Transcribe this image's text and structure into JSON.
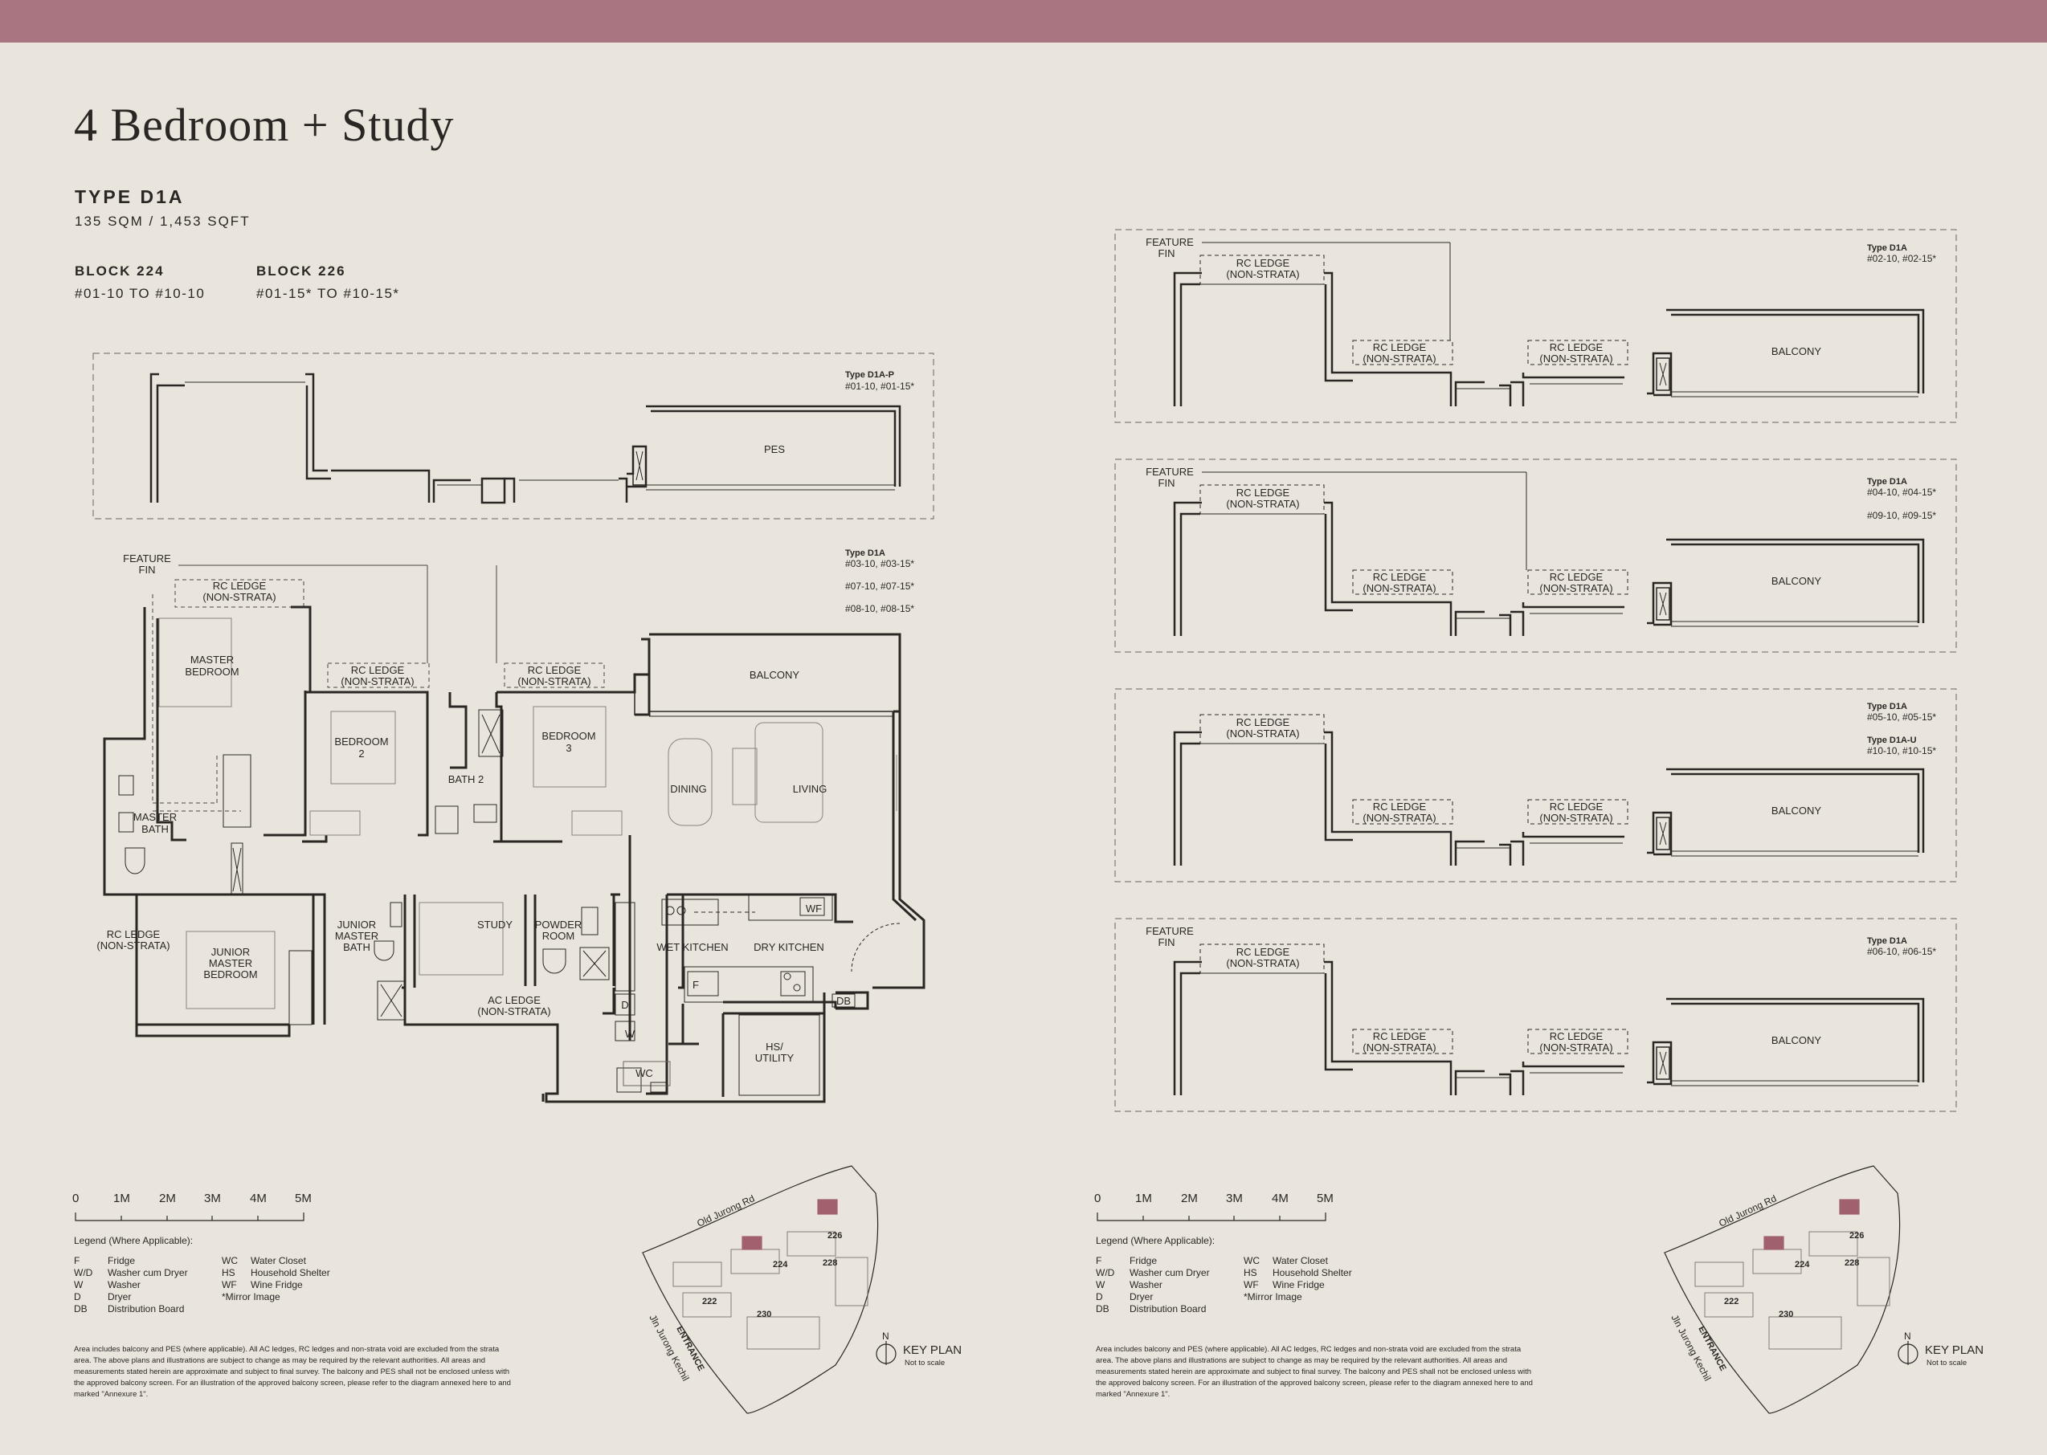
{
  "page": {
    "title": "4 Bedroom + Study",
    "type": "TYPE D1A",
    "size": "135 SQM / 1,453 SQFT"
  },
  "blocks": [
    {
      "label": "BLOCK 224",
      "units": "#01-10 TO #10-10"
    },
    {
      "label": "BLOCK 226",
      "units": "#01-15* TO #10-15*"
    }
  ],
  "plan_left": {
    "variant_title": "Type D1A-P",
    "variant_units": "#01-10, #01-15*",
    "pes": "PES",
    "main_title": "Type D1A",
    "main_units": [
      "#03-10, #03-15*",
      "#07-10, #07-15*",
      "#08-10, #08-15*"
    ],
    "rooms": {
      "feature_fin": [
        "FEATURE",
        "FIN"
      ],
      "rc_ledge": [
        "RC LEDGE",
        "(NON-STRATA)"
      ],
      "master_bedroom": [
        "MASTER",
        "BEDROOM"
      ],
      "bedroom2": [
        "BEDROOM",
        "2"
      ],
      "bedroom3": [
        "BEDROOM",
        "3"
      ],
      "bath2": "BATH 2",
      "master_bath": [
        "MASTER",
        "BATH"
      ],
      "dining": "DINING",
      "living": "LIVING",
      "balcony": "BALCONY",
      "junior_master_bath": [
        "JUNIOR",
        "MASTER",
        "BATH"
      ],
      "study": "STUDY",
      "powder_room": [
        "POWDER",
        "ROOM"
      ],
      "wet_kitchen": "WET KITCHEN",
      "dry_kitchen": "DRY KITCHEN",
      "junior_master_bedroom": [
        "JUNIOR",
        "MASTER",
        "BEDROOM"
      ],
      "ac_ledge": [
        "AC LEDGE",
        "(NON-STRATA)"
      ],
      "hs_utility": [
        "HS/",
        "UTILITY"
      ],
      "wc": "WC",
      "wf": "WF",
      "db": "DB",
      "f": "F",
      "d": "D",
      "w": "W"
    }
  },
  "plan_right": [
    {
      "title": "Type D1A",
      "units": [
        "#02-10, #02-15*"
      ],
      "feature_fin": true,
      "balcony": "BALCONY"
    },
    {
      "title": "Type D1A",
      "units": [
        "#04-10, #04-15*",
        "#09-10, #09-15*"
      ],
      "feature_fin": true,
      "balcony": "BALCONY"
    },
    {
      "title": "Type D1A",
      "units": [
        "#05-10, #05-15*"
      ],
      "title2": "Type D1A-U",
      "units2": [
        "#10-10, #10-15*"
      ],
      "feature_fin": false,
      "balcony": "BALCONY"
    },
    {
      "title": "Type D1A",
      "units": [
        "#06-10, #06-15*"
      ],
      "feature_fin": true,
      "balcony": "BALCONY"
    }
  ],
  "scale_labels": [
    "0",
    "1M",
    "2M",
    "3M",
    "4M",
    "5M"
  ],
  "legend": {
    "title": "Legend (Where Applicable):",
    "col1": [
      [
        "F",
        "Fridge"
      ],
      [
        "W/D",
        "Washer cum Dryer"
      ],
      [
        "W",
        "Washer"
      ],
      [
        "D",
        "Dryer"
      ],
      [
        "DB",
        "Distribution Board"
      ]
    ],
    "col2": [
      [
        "WC",
        "Water Closet"
      ],
      [
        "HS",
        "Household Shelter"
      ],
      [
        "WF",
        "Wine Fridge"
      ],
      [
        "",
        "*Mirror Image"
      ]
    ]
  },
  "note": "Area includes balcony and PES (where applicable). All AC ledges, RC ledges and non-strata void are excluded from the strata area. The above plans and illustrations are subject to change as may be required by the relevant authorities. All areas and measurements stated herein are approximate and subject to final survey. The balcony and PES shall not be enclosed unless with the approved balcony screen. For an illustration of the approved balcony screen, please refer to the diagram annexed here to and marked \"Annexure 1\".",
  "key_plan": {
    "road_top": "Old Jurong Rd",
    "road_side": "Jln Jurong Kechil",
    "entrance": "ENTRANCE",
    "blocks": [
      "226",
      "224",
      "228",
      "222",
      "230"
    ],
    "north": "N",
    "label": "KEY PLAN",
    "sub": "Not to scale"
  },
  "colors": {
    "topbar": "#a97580",
    "background": "#e9e5dd",
    "highlight": "#a0606e"
  }
}
